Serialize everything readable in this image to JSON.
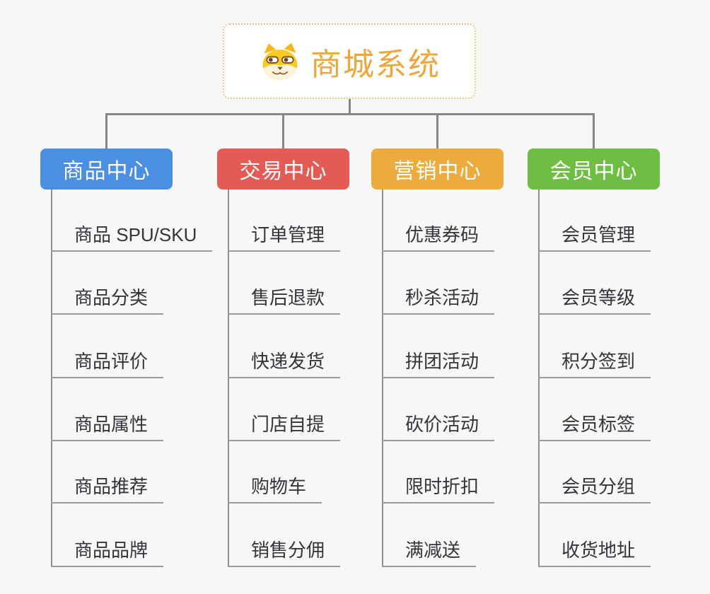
{
  "root": {
    "label": "商城系统",
    "icon": "shiba-dog-icon"
  },
  "branches": [
    {
      "label": "商品中心",
      "color": "#4b8fe2",
      "items": [
        "商品 SPU/SKU",
        "商品分类",
        "商品评价",
        "商品属性",
        "商品推荐",
        "商品品牌"
      ]
    },
    {
      "label": "交易中心",
      "color": "#e45b55",
      "items": [
        "订单管理",
        "售后退款",
        "快递发货",
        "门店自提",
        "购物车",
        "销售分佣"
      ]
    },
    {
      "label": "营销中心",
      "color": "#ecab3d",
      "items": [
        "优惠券码",
        "秒杀活动",
        "拼团活动",
        "砍价活动",
        "限时折扣",
        "满减送"
      ]
    },
    {
      "label": "会员中心",
      "color": "#6fbe44",
      "items": [
        "会员管理",
        "会员等级",
        "积分签到",
        "会员标签",
        "会员分组",
        "收货地址"
      ]
    }
  ],
  "colors": {
    "background": "#f7f7f7",
    "connector": "#878787",
    "trunk": "#8f8f8f",
    "leaf_underline": "#9a9a9a",
    "leaf_text": "#32363b",
    "root_text": "#efa63c",
    "root_border": "#f6c57f",
    "root_background": "#ffffff"
  }
}
